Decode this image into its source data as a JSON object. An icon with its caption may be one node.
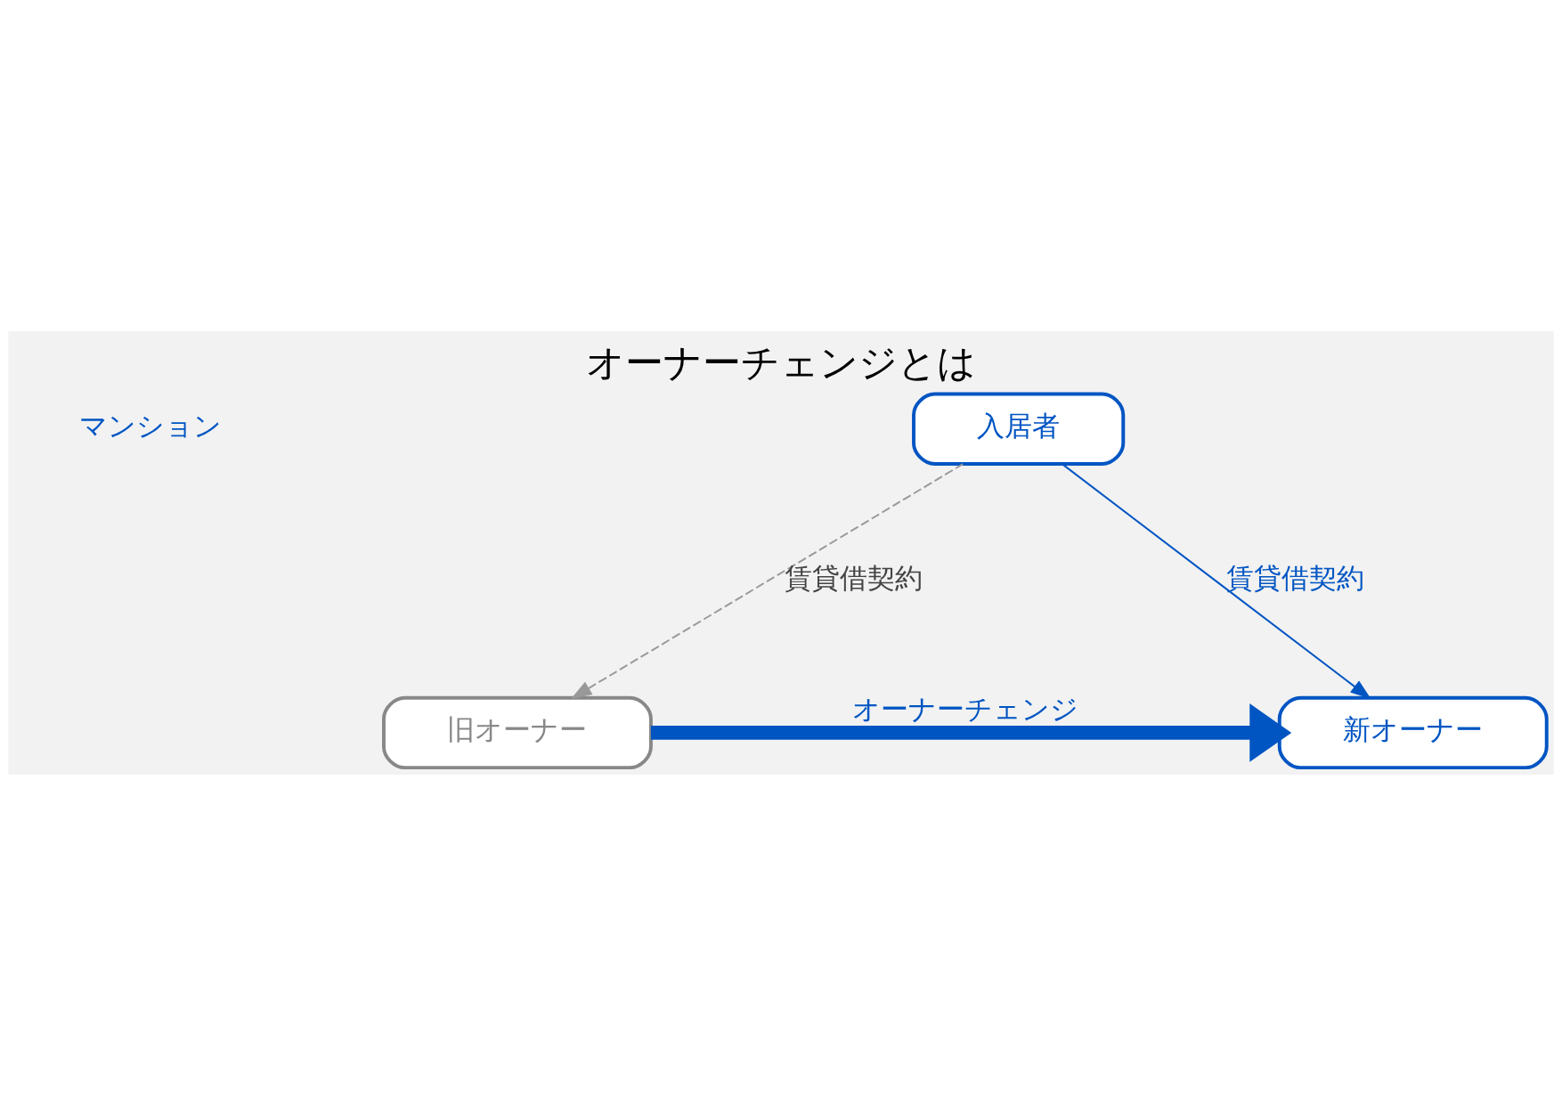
{
  "diagram": {
    "title": "オーナーチェンジとは",
    "nodes": [
      {
        "text": [
          "旧オーナー"
        ]
      },
      {
        "text": [
          "新オーナー"
        ]
      },
      {
        "text": [
          "入居者"
        ]
      }
    ],
    "edges": [
      {
        "from": 0,
        "to": 1,
        "arrow": "to",
        "label": "オーナーチェンジ",
        "style": "thick"
      },
      {
        "from": 2,
        "to": 0,
        "arrow": "to",
        "label": "賃貸借契約",
        "style": "dashed",
        "color": "#999999"
      },
      {
        "from": 2,
        "to": 1,
        "arrow": "to",
        "label": "賃貸借契約"
      }
    ],
    "labels": [
      "マンション"
    ]
  }
}
